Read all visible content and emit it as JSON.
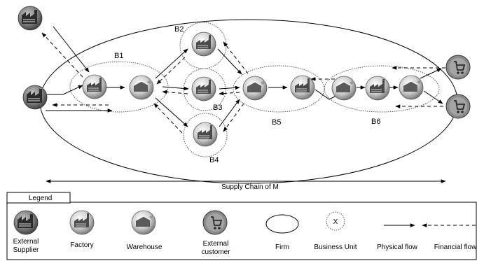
{
  "business_units": {
    "b1": "B1",
    "b2": "B2",
    "b3": "B3",
    "b4": "B4",
    "b5": "B5",
    "b6": "B6"
  },
  "supply_chain_label": "Supply Chain of M",
  "legend": {
    "title": "Legend",
    "external_supplier_line1": "External",
    "external_supplier_line2": "Supplier",
    "factory": "Factory",
    "warehouse": "Warehouse",
    "external_customer_line1": "External",
    "external_customer_line2": "customer",
    "firm": "Firm",
    "business_unit": "Business Unit",
    "business_unit_symbol": "X",
    "physical_flow": "Physical flow",
    "financial_flow": "Financial flow"
  },
  "colors": {
    "icon_fill_light": "#e6e6e6",
    "icon_fill_dark": "#5a5a5a",
    "customer_fill": "#8a8a8a",
    "line": "#000000"
  },
  "icons": {
    "external_supplier": "external-supplier-icon",
    "factory": "factory-icon",
    "warehouse": "warehouse-icon",
    "external_customer": "external-customer-icon"
  }
}
